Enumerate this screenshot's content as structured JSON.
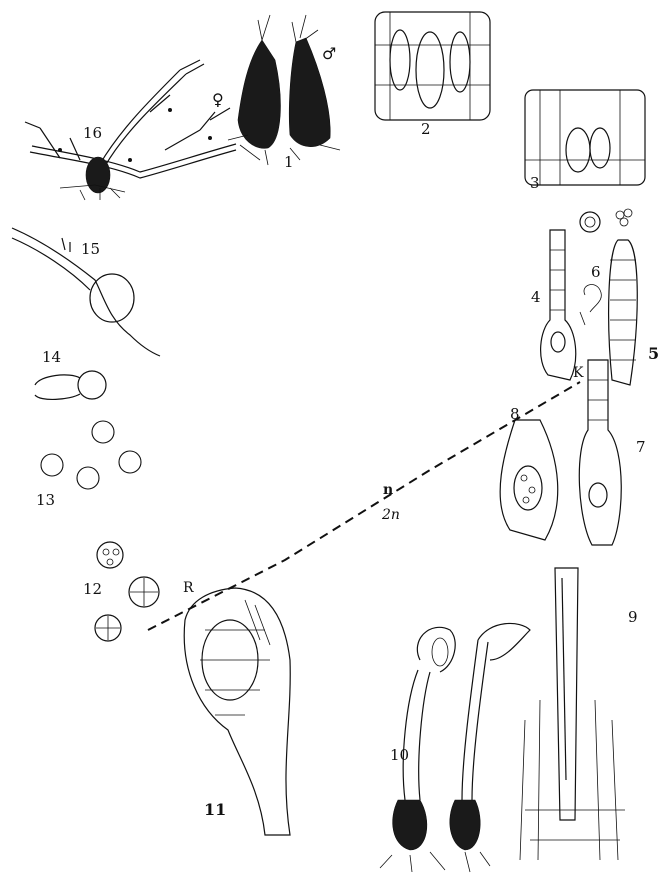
{
  "figure": {
    "labels": {
      "fig1": "1",
      "fig2": "2",
      "fig3": "3",
      "fig4": "4",
      "fig5": "5",
      "fig6": "6",
      "fig7": "7",
      "fig8": "8",
      "fig9": "9",
      "fig10": "10",
      "fig11": "11",
      "fig12": "12",
      "fig13": "13",
      "fig14": "14",
      "fig15": "15",
      "fig16": "16"
    },
    "symbols": {
      "female": "♀",
      "male": "♂"
    },
    "annotations": {
      "K": "K",
      "R": "R",
      "haploid": "n",
      "diploid": "2n"
    }
  }
}
